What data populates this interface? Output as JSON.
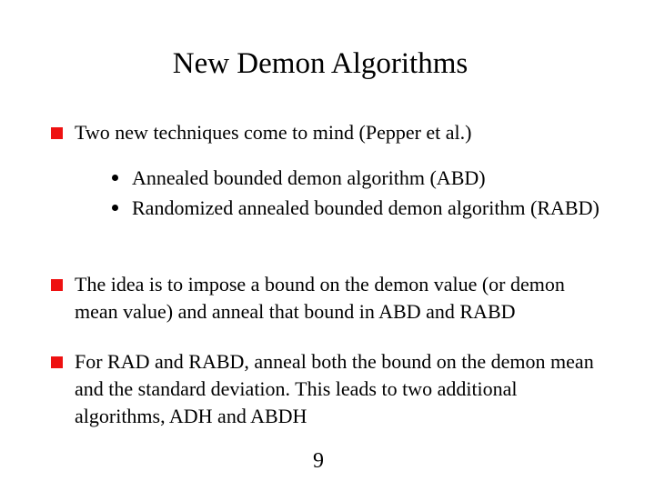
{
  "slide": {
    "title": "New Demon Algorithms",
    "page_number": "9",
    "colors": {
      "background": "#ffffff",
      "text": "#000000",
      "bullet_square": "#ee1111"
    },
    "bullets": [
      {
        "text": "Two new techniques come to mind (Pepper et al.)",
        "sub_bullets": [
          "Annealed bounded demon algorithm (ABD)",
          "Randomized annealed bounded demon algorithm (RABD)"
        ]
      },
      {
        "text": "The idea is to impose a bound on the demon value (or demon mean value) and anneal that bound in ABD and RABD"
      },
      {
        "text": "For RAD and RABD, anneal both the bound on the demon mean and the standard deviation. This leads to two additional algorithms, ADH and ABDH"
      }
    ]
  }
}
